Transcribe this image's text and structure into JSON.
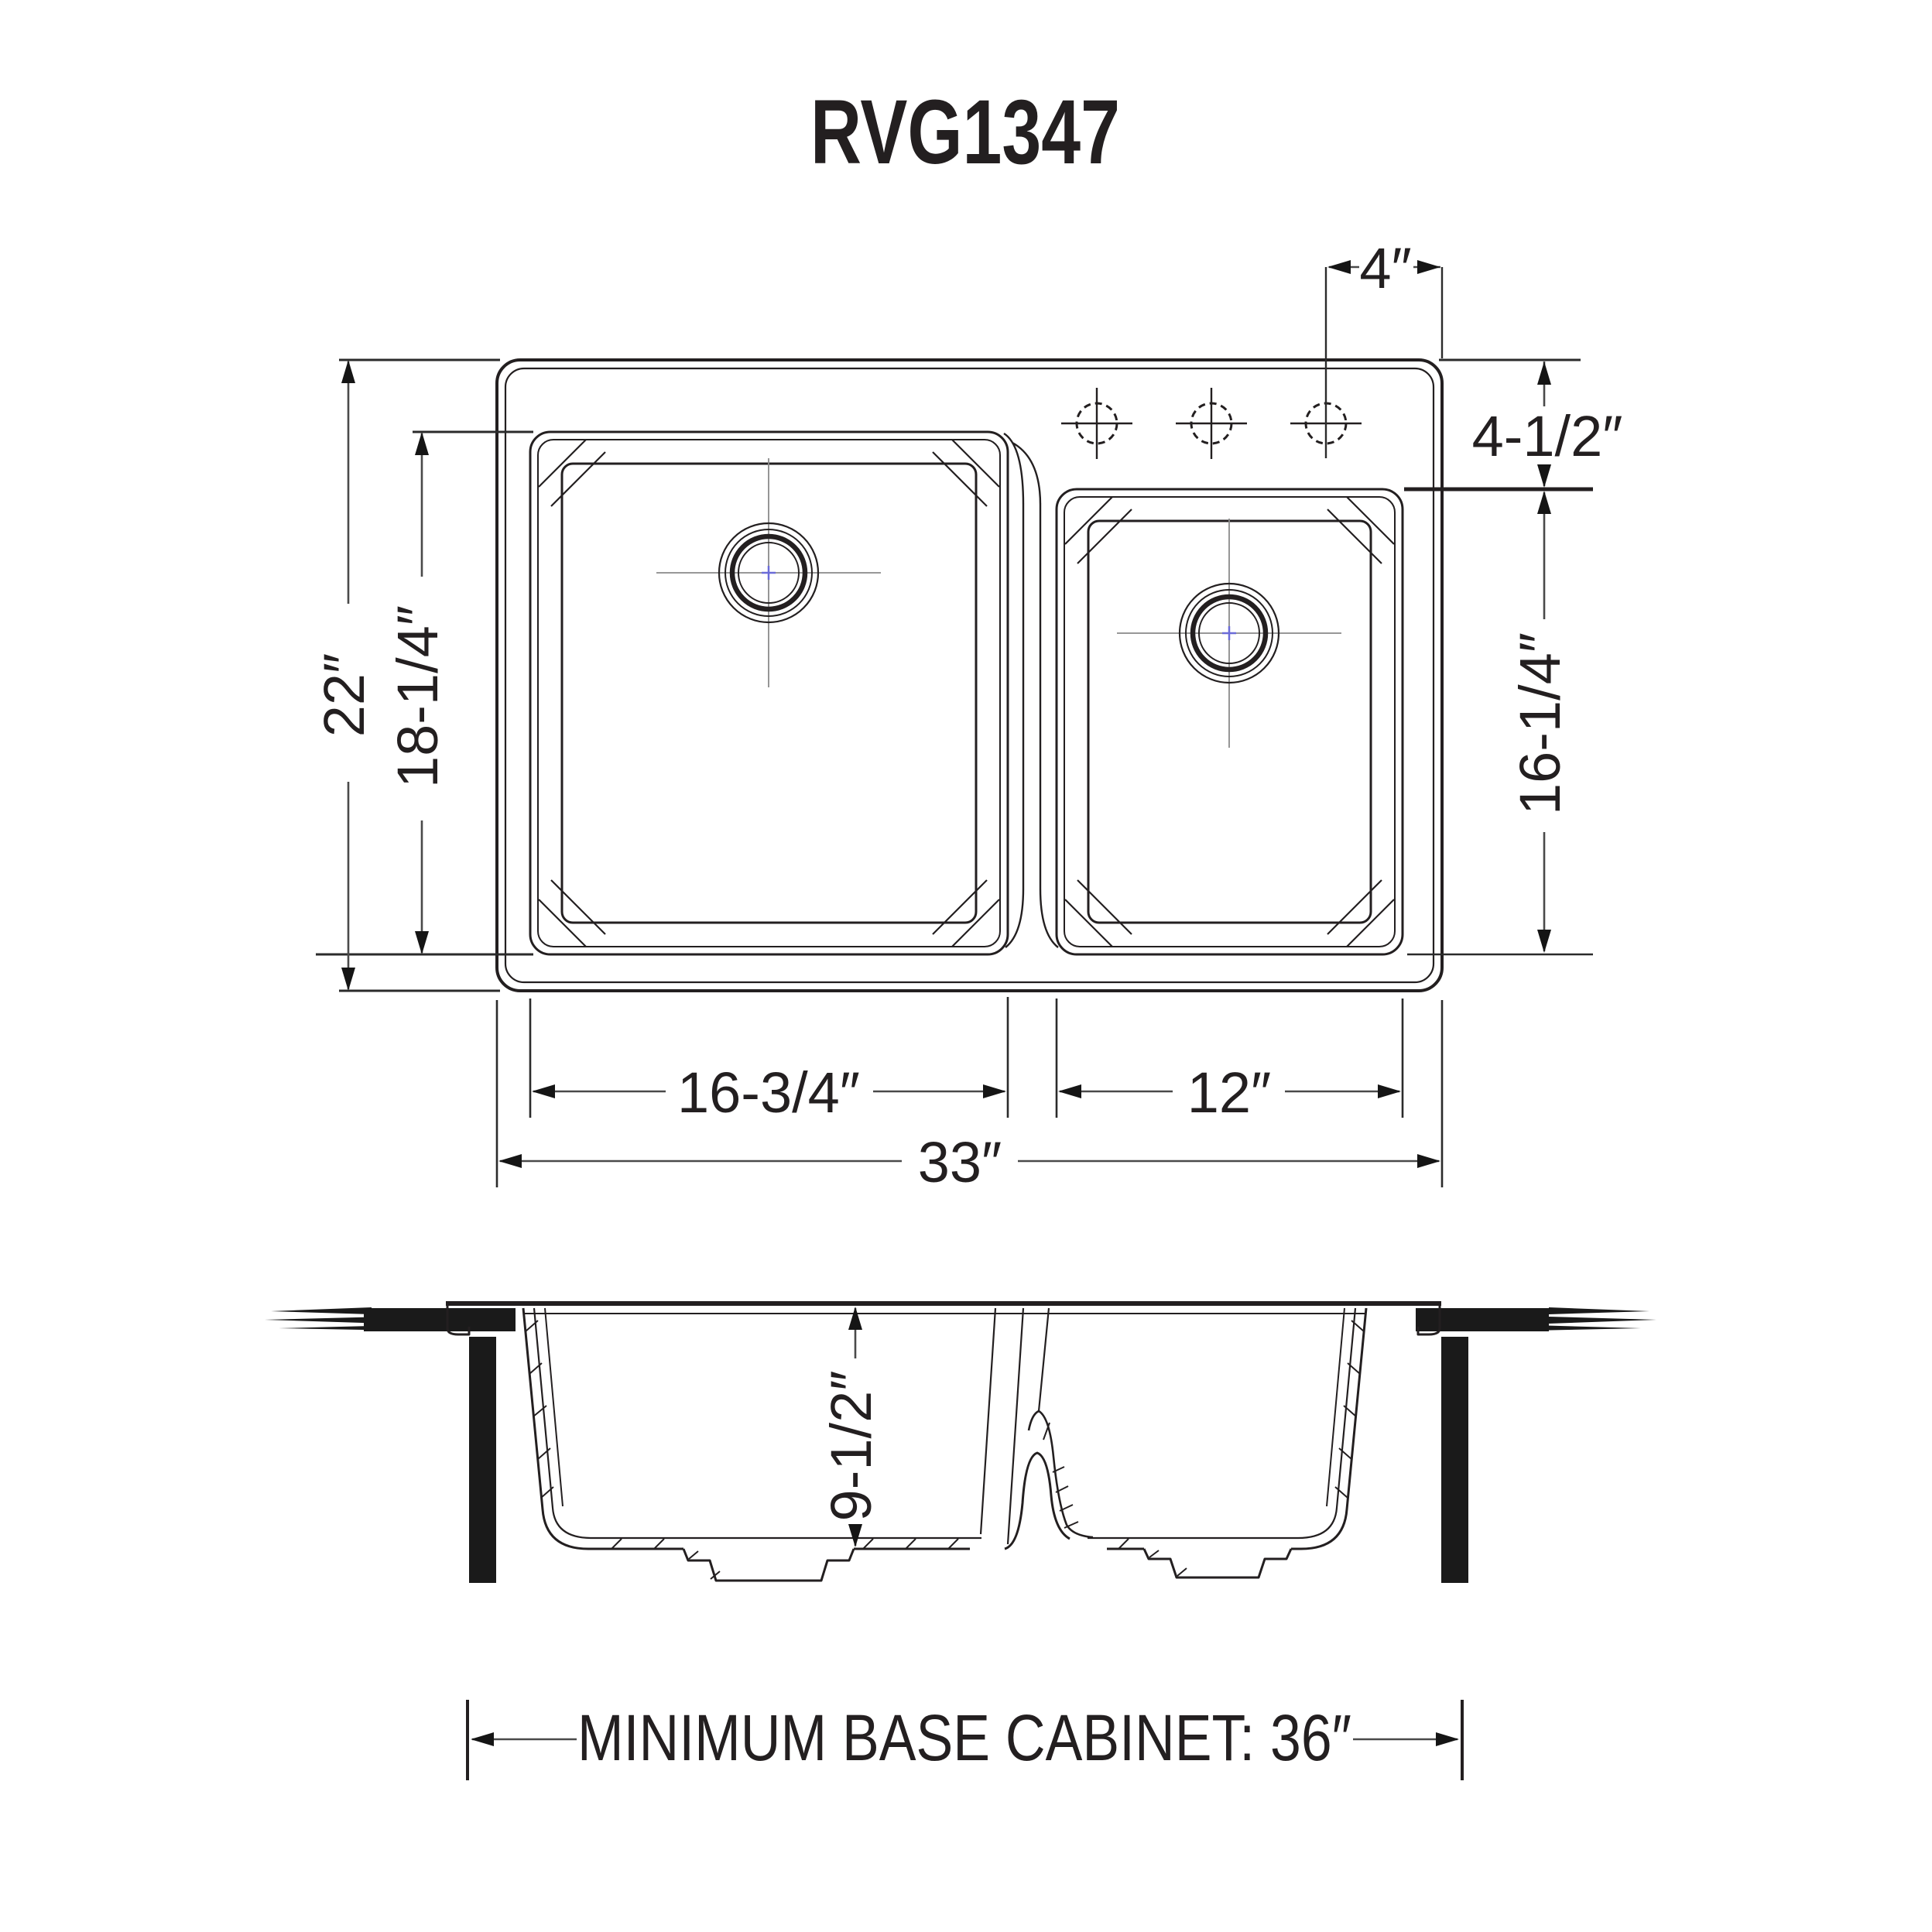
{
  "title": "RVG1347",
  "colors": {
    "line": "#231f20",
    "dimension_line": "#4a4a4a",
    "extension_line": "#2b2b2b",
    "crosshair_gray": "#8a8a8a",
    "drain_center_accent": "#6b6bd8",
    "background": "#ffffff"
  },
  "top_view": {
    "faucet_hole_count": 3,
    "dims": {
      "overall_width": "33″",
      "overall_depth": "22″",
      "large_bowl_width": "16-3/4″",
      "large_bowl_depth": "18-1/4″",
      "small_bowl_width": "12″",
      "small_bowl_depth": "16-1/4″",
      "faucet_hole_spacing": "4″",
      "deck_setback": "4-1/2″"
    }
  },
  "side_view": {
    "dims": {
      "bowl_depth": "9-1/2″"
    }
  },
  "footer": {
    "cabinet_note": "MINIMUM BASE CABINET: 36″"
  }
}
